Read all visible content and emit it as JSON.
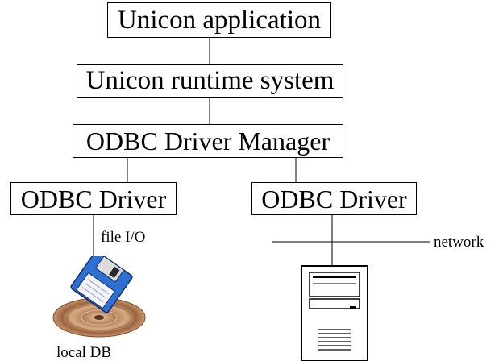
{
  "nodes": {
    "app": "Unicon application",
    "runtime": "Unicon runtime system",
    "manager": "ODBC Driver Manager",
    "driver_left": "ODBC Driver",
    "driver_right": "ODBC Driver"
  },
  "labels": {
    "file_io": "file I/O",
    "network": "network",
    "local_db": "local DB"
  },
  "icons": {
    "floppy": "floppy-disk-icon",
    "db_disc": "database-disc-icon",
    "server": "server-tower-icon"
  },
  "colors": {
    "floppy_blue": "#2f6fd0",
    "disc_brown": "#b5805a"
  }
}
